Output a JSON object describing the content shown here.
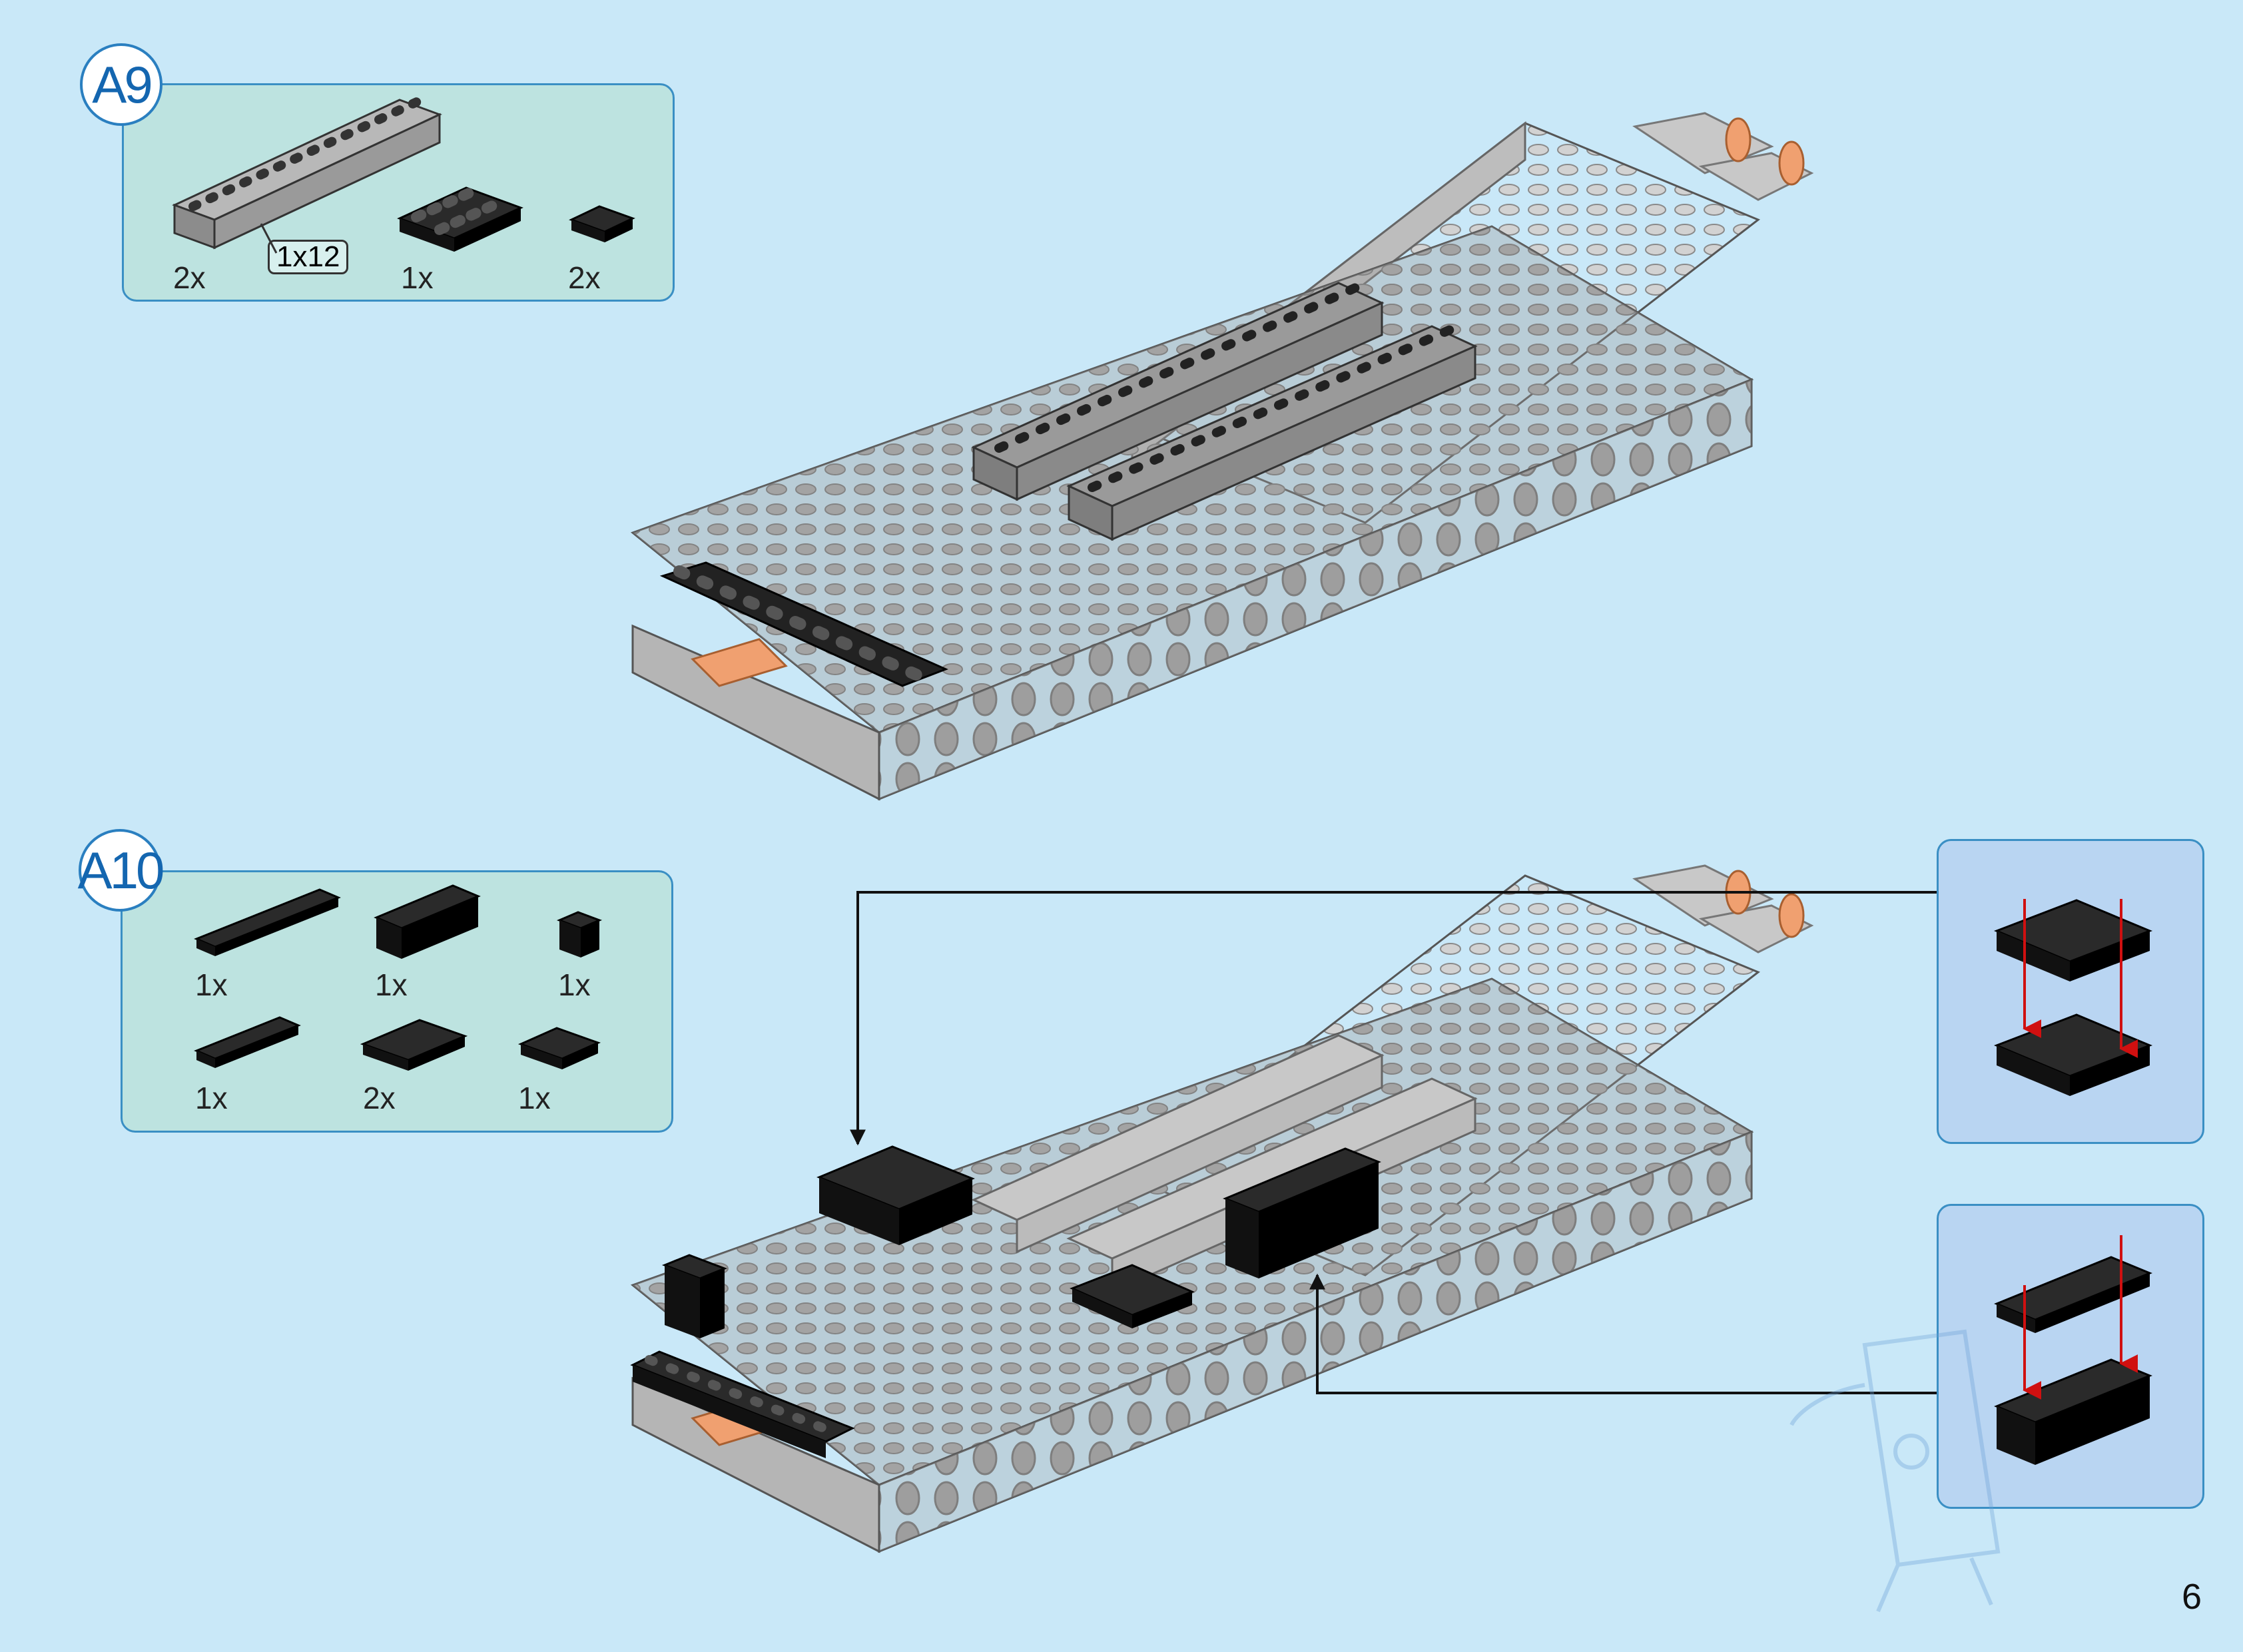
{
  "steps": [
    {
      "label": "A9",
      "parts": [
        {
          "qty": "2x",
          "size_tag": "1x12"
        },
        {
          "qty": "1x"
        },
        {
          "qty": "2x"
        }
      ]
    },
    {
      "label": "A10",
      "parts": [
        {
          "qty": "1x"
        },
        {
          "qty": "1x"
        },
        {
          "qty": "1x"
        },
        {
          "qty": "1x"
        },
        {
          "qty": "2x"
        },
        {
          "qty": "1x"
        }
      ]
    }
  ],
  "page_number": "6",
  "colors": {
    "background": "#c9e8f8",
    "parts_box": "#bde3e0",
    "callout_box": "#b9d5f2",
    "badge_text": "#1466b0",
    "brick_grey": "#9a9a9a",
    "brick_light_grey": "#c4c4c4",
    "brick_black": "#111111",
    "accent_orange": "#f0a070",
    "arrow_red": "#d01010"
  }
}
